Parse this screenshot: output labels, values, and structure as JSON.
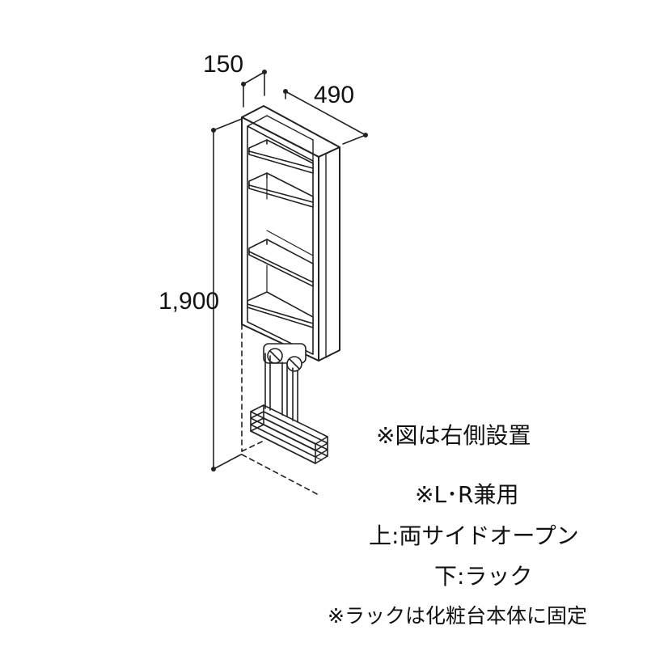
{
  "dimensions": {
    "depth": "150",
    "width": "490",
    "height": "1,900"
  },
  "notes": {
    "figure_side": "※図は右側設置",
    "lr_common": "※L･R兼用",
    "upper": "上:両サイドオープン",
    "lower": "下:ラック",
    "rack_fixed": "※ラックは化粧台本体に固定"
  }
}
